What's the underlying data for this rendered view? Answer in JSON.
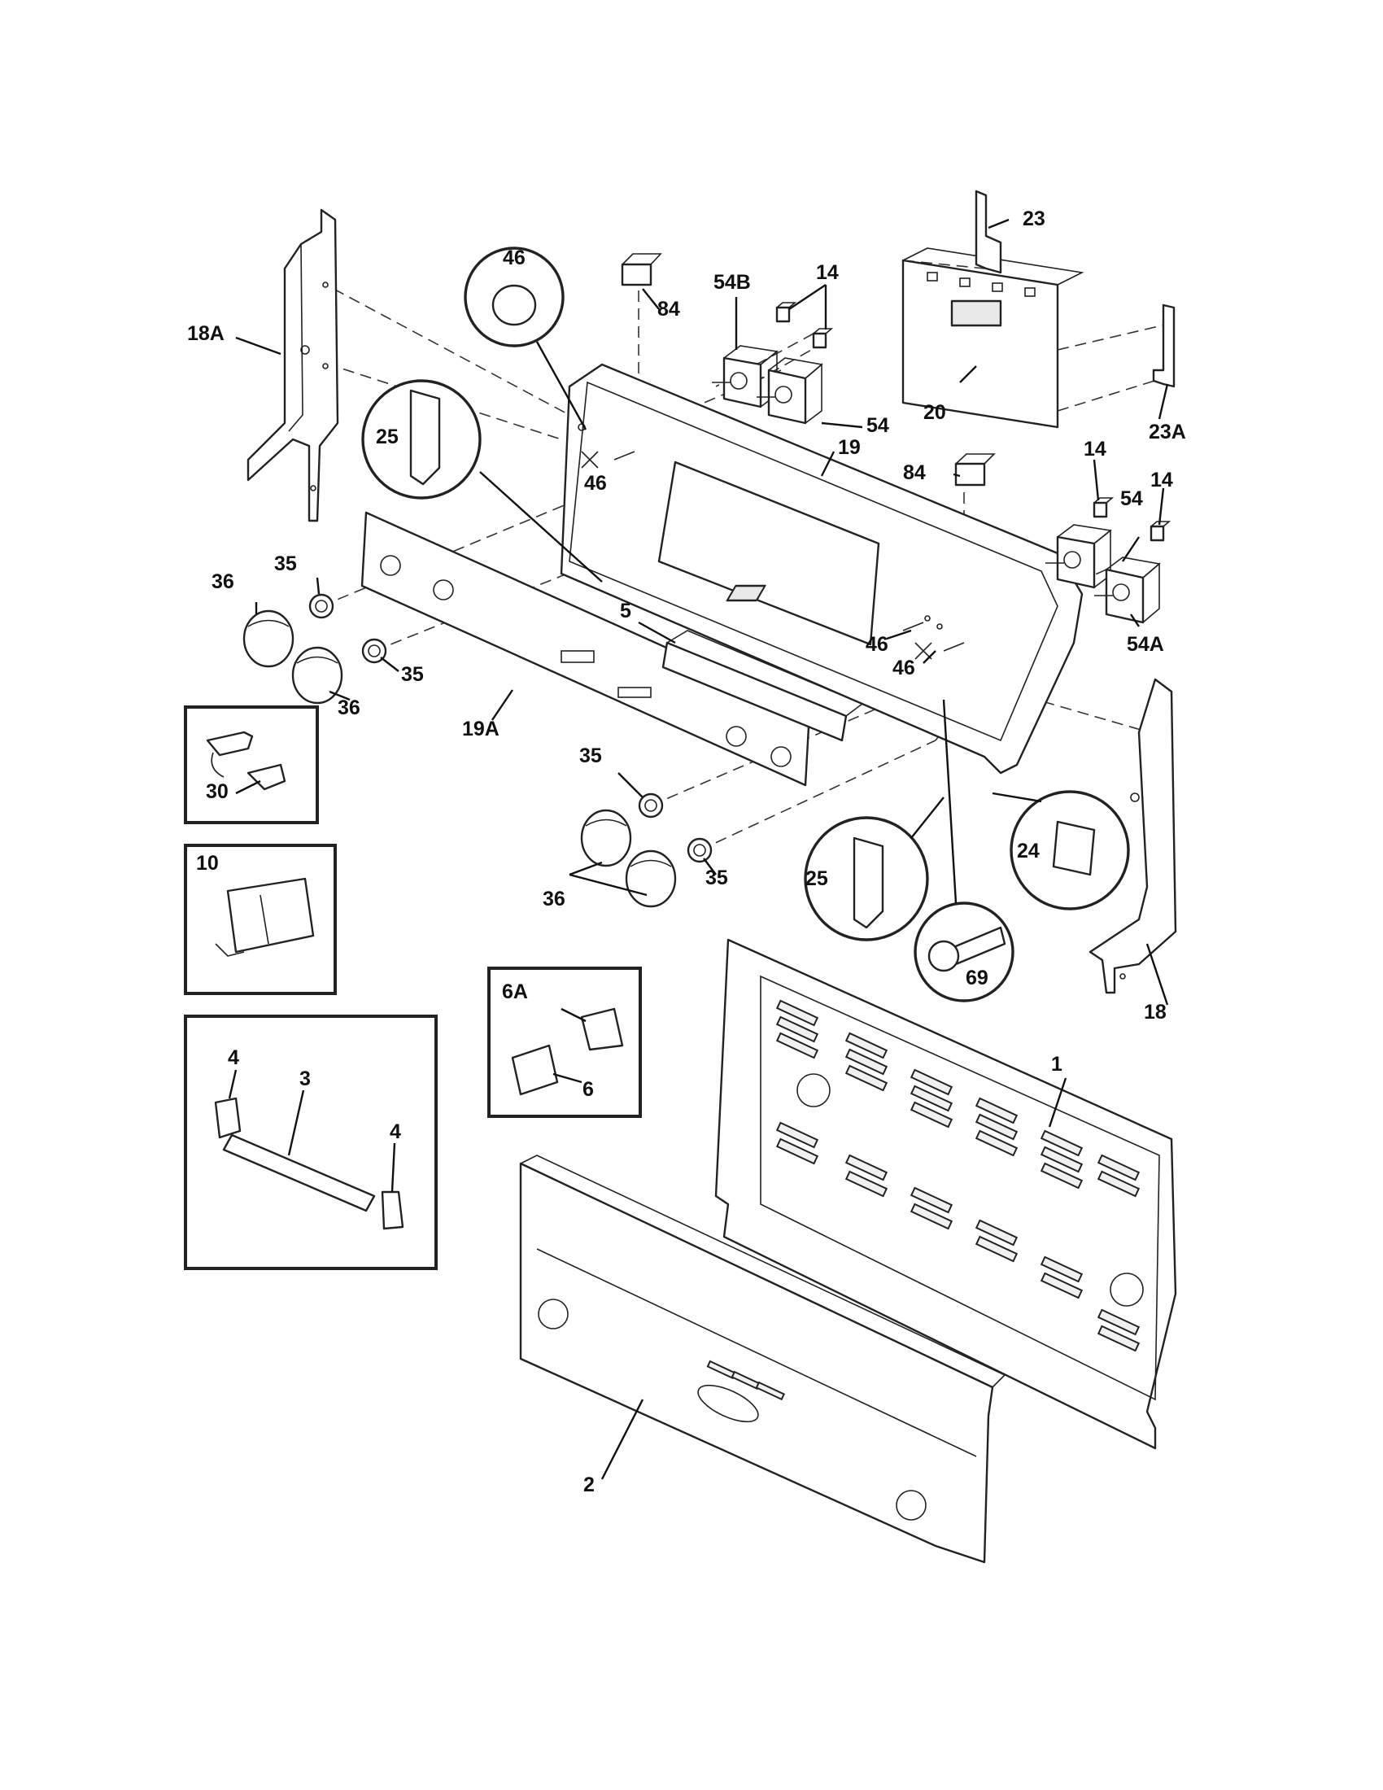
{
  "diagram": {
    "labels": {
      "p23": "23",
      "p18A": "18A",
      "p46_bubble": "46",
      "p84_top": "84",
      "p54B": "54B",
      "p14_top": "14",
      "p54_top": "54",
      "p20": "20",
      "p23A": "23A",
      "p25_left": "25",
      "p19": "19",
      "p46_a": "46",
      "p84_right": "84",
      "p14_r1": "14",
      "p14_r2": "14",
      "p54_right": "54",
      "p36_a": "36",
      "p35_a": "35",
      "p5": "5",
      "p46_b": "46",
      "p46_c": "46",
      "p54A": "54A",
      "p35_b": "35",
      "p36_b": "36",
      "p19A": "19A",
      "p30": "30",
      "p35_c": "35",
      "p10": "10",
      "p36_c": "36",
      "p35_d": "35",
      "p25_right": "25",
      "p24": "24",
      "p69": "69",
      "p18": "18",
      "p6A": "6A",
      "p6": "6",
      "p1": "1",
      "p4_a": "4",
      "p3": "3",
      "p4_b": "4",
      "p2": "2"
    }
  }
}
